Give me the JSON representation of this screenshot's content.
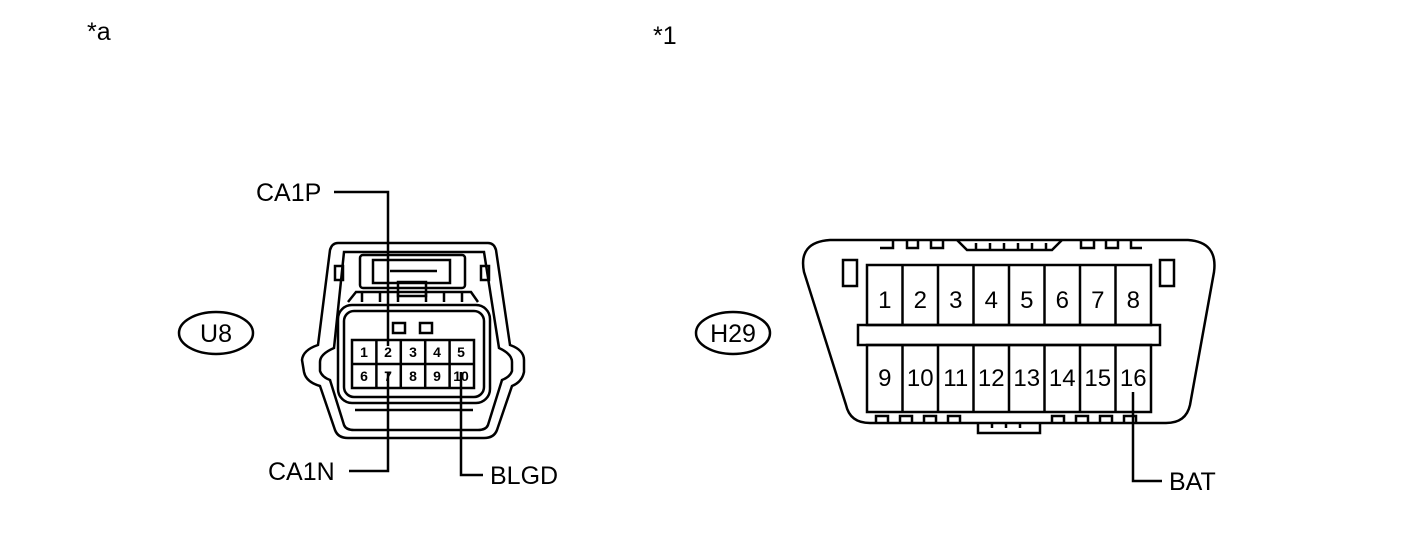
{
  "callouts": {
    "left": "*a",
    "right": "*1"
  },
  "connector_u8": {
    "id": "U8",
    "pins_top": [
      "1",
      "2",
      "3",
      "4",
      "5"
    ],
    "pins_bottom": [
      "6",
      "7",
      "8",
      "9",
      "10"
    ],
    "signals": {
      "ca1p": "CA1P",
      "ca1n": "CA1N",
      "blgd": "BLGD"
    }
  },
  "connector_h29": {
    "id": "H29",
    "pins_top": [
      "1",
      "2",
      "3",
      "4",
      "5",
      "6",
      "7",
      "8"
    ],
    "pins_bottom": [
      "9",
      "10",
      "11",
      "12",
      "13",
      "14",
      "15",
      "16"
    ],
    "signals": {
      "bat": "BAT"
    }
  }
}
